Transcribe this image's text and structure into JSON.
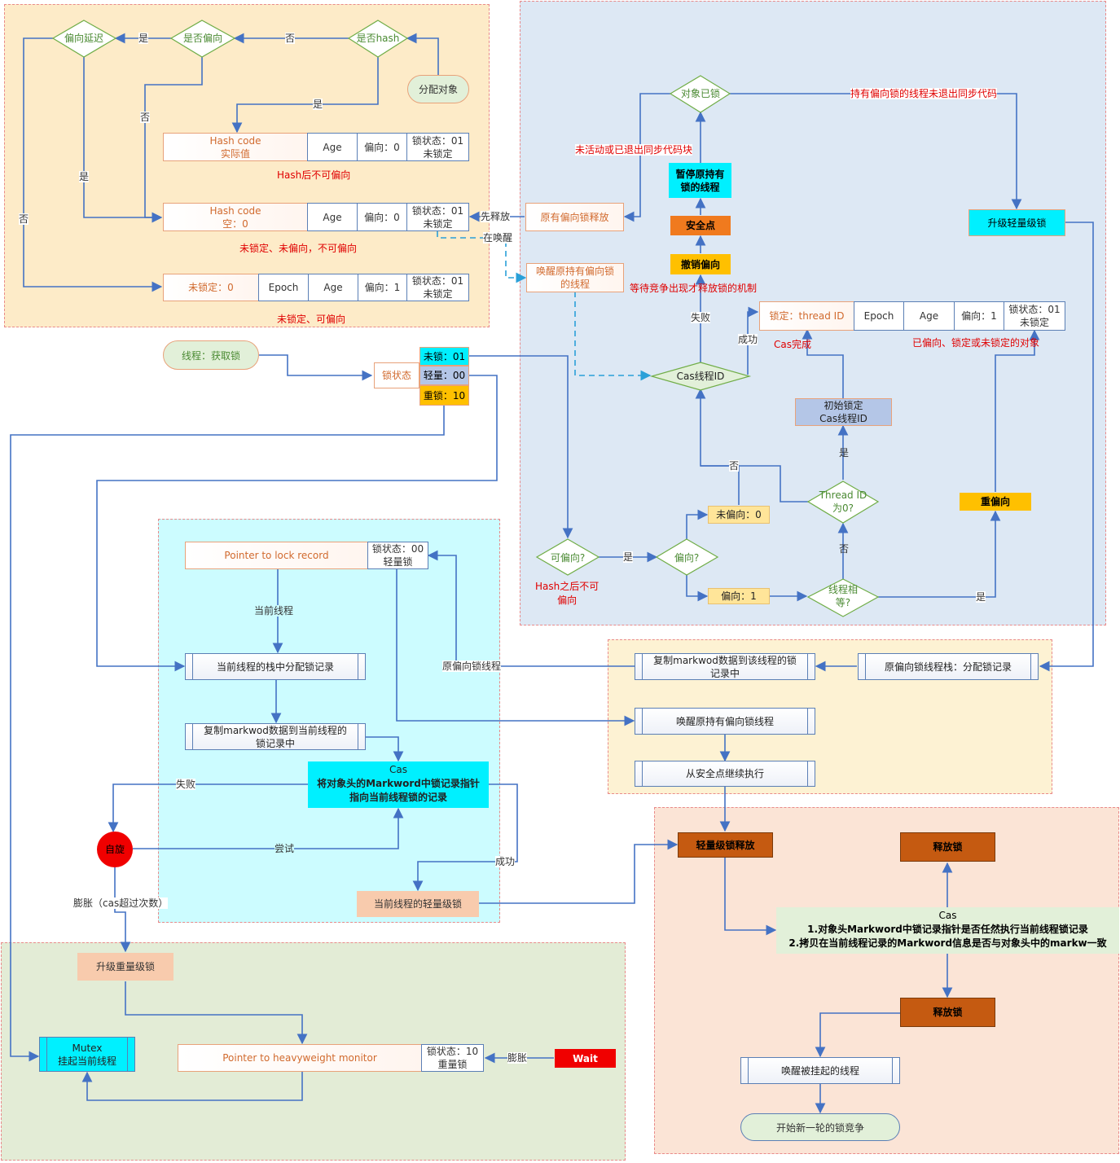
{
  "bias": {
    "alloc": "分配对象",
    "d_hash": "是否hash",
    "d_bias": "是否偏向",
    "d_delay": "偏向延迟",
    "lbl_no1": "否",
    "lbl_yes1": "是",
    "lbl_yes2": "是",
    "lbl_no2": "否",
    "lbl_yes3": "是",
    "lbl_no3": "否",
    "r1": [
      "Hash code\n实际值",
      "Age",
      "偏向：0",
      "锁状态：01\n未锁定"
    ],
    "r1_note": "Hash后不可偏向",
    "r2": [
      "Hash code\n空：0",
      "Age",
      "偏向：0",
      "锁状态：01\n未锁定"
    ],
    "r2_note": "未锁定、未偏向，不可偏向",
    "r3": [
      "未锁定：0",
      "Epoch",
      "Age",
      "偏向：1",
      "锁状态：01\n未锁定"
    ],
    "r3_note": "未锁定、可偏向"
  },
  "thread": {
    "get_lock": "线程：获取锁",
    "lock_state": "锁状态",
    "s_unlocked": "未锁：01",
    "s_light": "轻量：00",
    "s_heavy": "重锁：10"
  },
  "revoke": {
    "d_locked": "对象已锁",
    "holder_not_exit": "持有偏向锁的线程未退出同步代码",
    "inactive": "未活动或已退出同步代码块",
    "pause": "暂停原持有\n锁的线程",
    "safepoint": "安全点",
    "cancel": "撤销偏向",
    "wait_comp": "等待竞争出现才释放锁的机制",
    "upgrade_light": "升级轻量级锁",
    "orig_release": "原有偏向锁释放",
    "first_release": "先释放",
    "then_wake": "在唤醒",
    "wake_holder": "唤醒原持有偏向锁\n的线程",
    "fail": "失败",
    "success": "成功",
    "locked_row": [
      "锁定：thread ID",
      "Epoch",
      "Age",
      "偏向：1",
      "锁状态：01\n未锁定"
    ],
    "cas_done": "Cas完成",
    "biased_note": "已偏向、锁定或未锁定的对象",
    "cas_tid": "Cas线程ID",
    "init_lock": "初始锁定\nCas线程ID",
    "yes_a": "是",
    "no_a": "否",
    "d_tid0": "Thread ID\n为0?",
    "no_b": "否",
    "unbiased0": "未偏向：0",
    "rebias": "重偏向",
    "d_biasable": "可偏向?",
    "yes_b": "是",
    "d_biased": "偏向?",
    "hash_note": "Hash之后不可\n偏向",
    "biased1": "偏向：1",
    "d_same": "线程相\n等?",
    "yes_c": "是"
  },
  "light": {
    "ptr_record": "Pointer to lock record",
    "state00": "锁状态：00\n轻量锁",
    "cur_thread": "当前线程",
    "alloc_record": "当前线程的栈中分配锁记录",
    "copy_mark": "复制markwod数据到当前线程的\n锁记录中",
    "cas_title": "Cas",
    "cas_body": "将对象头的Markword中锁记录指针\n指向当前线程锁的记录",
    "fail": "失败",
    "spin": "自旋",
    "try": "尝试",
    "success": "成功",
    "inflate": "膨胀（cas超过次数）",
    "cur_light": "当前线程的轻量级锁",
    "orig_thread": "原偏向锁线程"
  },
  "yellow": {
    "copy_orig": "复制markwod数据到该线程的锁\n记录中",
    "alloc_orig": "原偏向锁线程栈：分配锁记录",
    "wake_orig": "唤醒原持有偏向锁线程",
    "continue": "从安全点继续执行"
  },
  "heavy": {
    "upgrade": "升级重量级锁",
    "mutex": "Mutex\n挂起当前线程",
    "ptr_monitor": "Pointer to heavyweight monitor",
    "state10": "锁状态：10\n重量锁",
    "inflate": "膨胀",
    "wait": "Wait"
  },
  "release": {
    "light_release": "轻量级锁释放",
    "release1": "释放锁",
    "cas_title": "Cas",
    "cas_line1": "1.对象头Markword中锁记录指针是否任然执行当前线程锁记录",
    "cas_line2": "2.拷贝在当前线程记录的Markword信息是否与对象头中的markw一致",
    "release2": "释放锁",
    "wake_suspended": "唤醒被挂起的线程",
    "new_round": "开始新一轮的锁竞争"
  },
  "colors": {
    "region_orange": "#fdebc8",
    "region_blue": "#dde8f4",
    "region_cyan": "#ccfcff",
    "region_yellow": "#fdf2d3",
    "region_green": "#e3ecd6",
    "region_peach": "#fbe4d6",
    "line": "#4472c4",
    "dash": "#2aa0d8",
    "red": "#e00000"
  }
}
